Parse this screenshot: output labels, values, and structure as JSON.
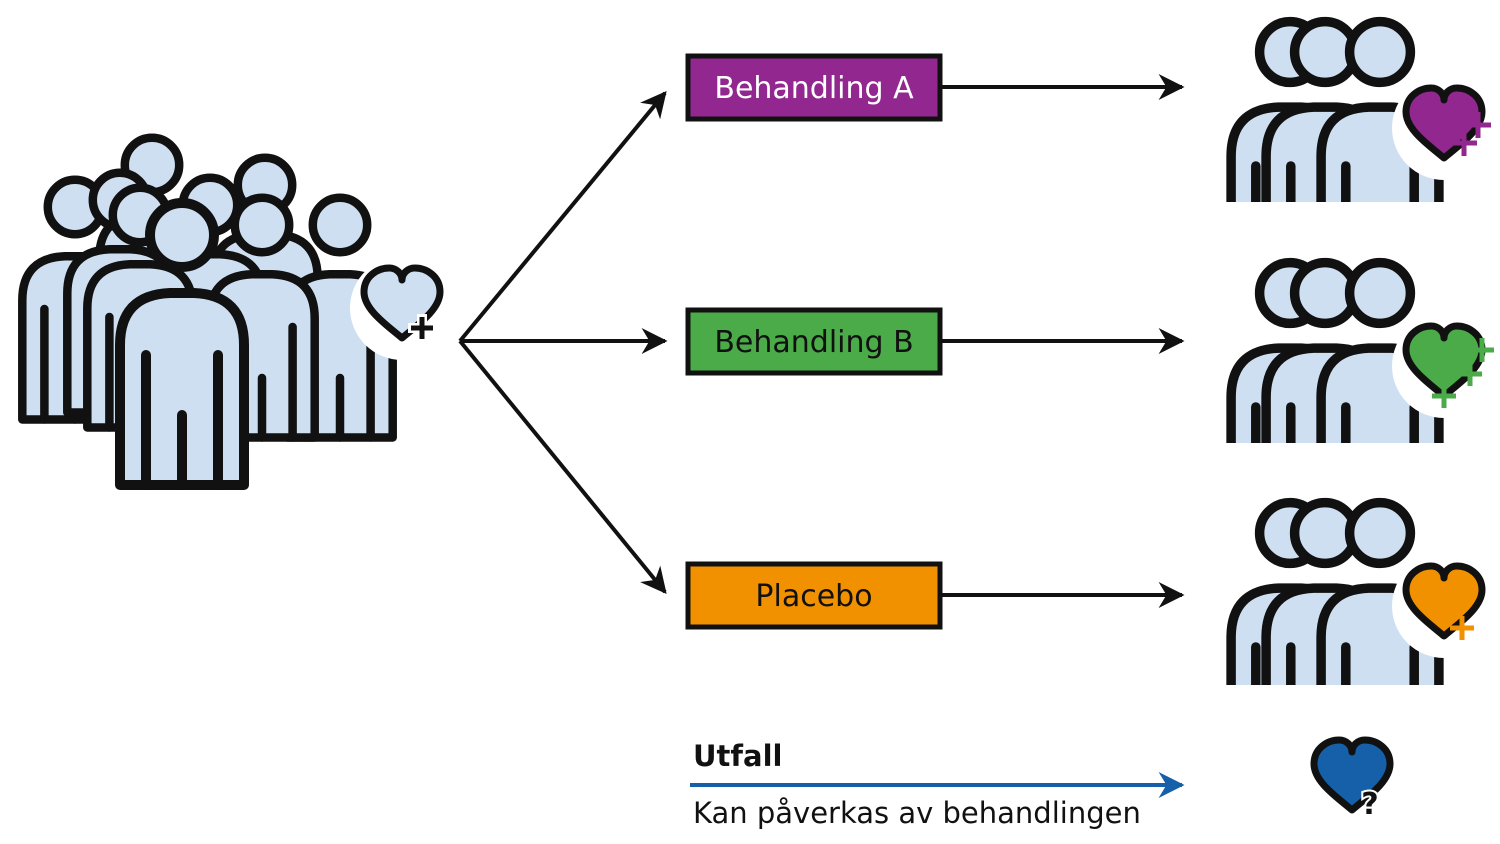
{
  "treatments": [
    {
      "label": "Behandling A",
      "color": "#91278f",
      "text_color": "#ffffff",
      "plus_count": 2
    },
    {
      "label": "Behandling B",
      "color": "#4aab48",
      "text_color": "#111111",
      "plus_count": 3
    },
    {
      "label": "Placebo",
      "color": "#f29100",
      "text_color": "#111111",
      "plus_count": 1
    }
  ],
  "legend": {
    "title": "Utfall",
    "description": "Kan påverkas av behandlingen",
    "arrow_color": "#1560a8",
    "heart_color": "#1560a8",
    "heart_symbol": "?"
  },
  "colors": {
    "person_fill": "#cfdff2",
    "outline": "#111111"
  },
  "icons": {
    "population": "group-of-people-icon",
    "outcome_group": "three-people-icon",
    "heart": "heart-plus-icon"
  }
}
